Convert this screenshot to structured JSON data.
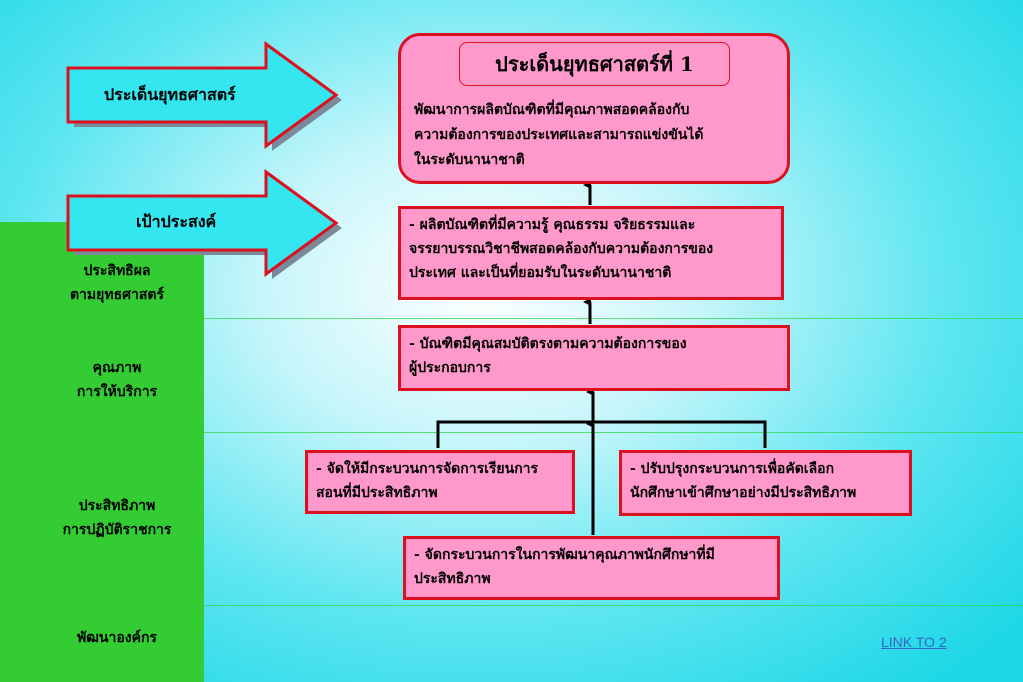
{
  "sidebar_labels": {
    "row1": [
      "ประสิทธิผล",
      "ตามยุทธศาสตร์"
    ],
    "row2": [
      "คุณภาพ",
      "การให้บริการ"
    ],
    "row3": [
      "ประสิทธิภาพ",
      "การปฏิบัติราชการ"
    ],
    "row4": "พัฒนาองค์กร"
  },
  "arrows": {
    "strategy": "ประเด็นยุทธศาสตร์",
    "objective": "เป้าประสงค์"
  },
  "goal": {
    "title": "ประเด็นยุทธศาสตร์ที่ 1",
    "description": [
      "พัฒนาการผลิตบัณฑิตที่มีคุณภาพสอดคล้องกับ",
      "ความต้องการของประเทศและสามารถแข่งขันได้",
      "ในระดับนานาชาติ"
    ]
  },
  "boxes": {
    "effectiveness": [
      "- ผลิตบัณฑิตที่มีความรู้ คุณธรรม จริยธรรมและ",
      "จรรยาบรรณวิชาชีพสอดคล้องกับความต้องการของ",
      "ประเทศ และเป็นที่ยอมรับในระดับนานาชาติ"
    ],
    "quality": [
      "- บัณฑิตมีคุณสมบัติตรงตามความต้องการของ",
      "ผู้ประกอบการ"
    ],
    "efficiency_left": [
      "- จัดให้มีกระบวนการจัดการเรียนการ",
      "สอนที่มีประสิทธิภาพ"
    ],
    "efficiency_right": [
      "- ปรับปรุงกระบวนการเพื่อคัดเลือก",
      "นักศึกษาเข้าศึกษาอย่างมีประสิทธิภาพ"
    ],
    "development": [
      "- จัดกระบวนการในการพัฒนาคุณภาพนักศึกษาที่มี",
      "ประสิทธิภาพ"
    ]
  },
  "link": "LINK TO 2",
  "colors": {
    "sidebar": "#33cc33",
    "box_fill": "#ff99cc",
    "box_border": "#dd1020",
    "arrow_fill": "#33e6f0",
    "arrow_border": "#dd1020",
    "link": "#3366cc"
  }
}
